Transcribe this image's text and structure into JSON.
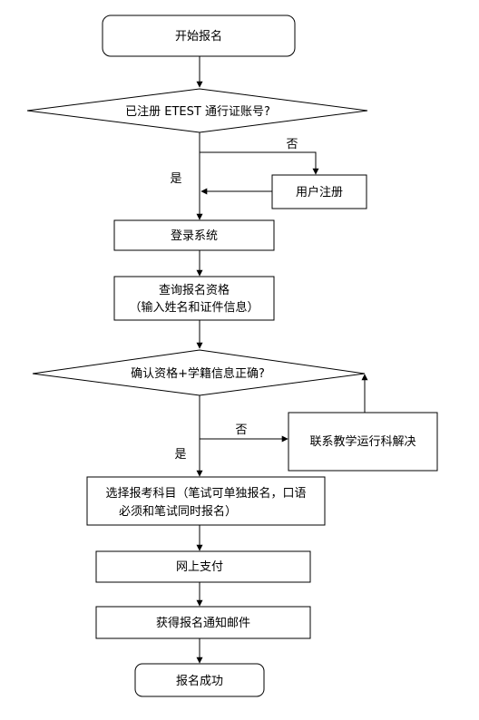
{
  "flowchart": {
    "start": "开始报名",
    "decision_account": "已注册 ETEST 通行证账号?",
    "label_no_1": "否",
    "label_yes_1": "是",
    "user_register": "用户注册",
    "login": "登录系统",
    "query_line1": "查询报名资格",
    "query_line2": "（输入姓名和证件信息）",
    "decision_verify": "确认资格+学籍信息正确?",
    "label_no_2": "否",
    "label_yes_2": "是",
    "contact": "联系教学运行科解决",
    "select_line1": "选择报考科目（笔试可单独报名，口语",
    "select_line2": "必须和笔试同时报名）",
    "pay": "网上支付",
    "email": "获得报名通知邮件",
    "end": "报名成功"
  }
}
